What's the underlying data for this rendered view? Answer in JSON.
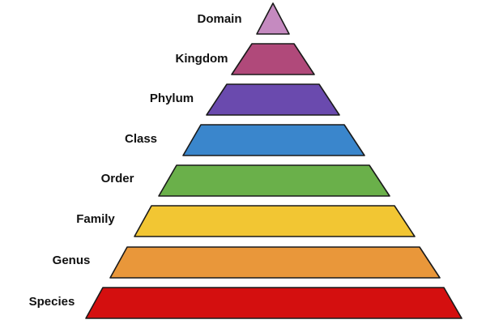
{
  "levels": [
    {
      "label": "Domain",
      "color": "#c58ac0"
    },
    {
      "label": "Kingdom",
      "color": "#b0497a"
    },
    {
      "label": "Phylum",
      "color": "#6a4aae"
    },
    {
      "label": "Class",
      "color": "#3a86cc"
    },
    {
      "label": "Order",
      "color": "#6ab04a"
    },
    {
      "label": "Family",
      "color": "#f2c633"
    },
    {
      "label": "Genus",
      "color": "#e9973a"
    },
    {
      "label": "Species",
      "color": "#d40f0f"
    }
  ]
}
